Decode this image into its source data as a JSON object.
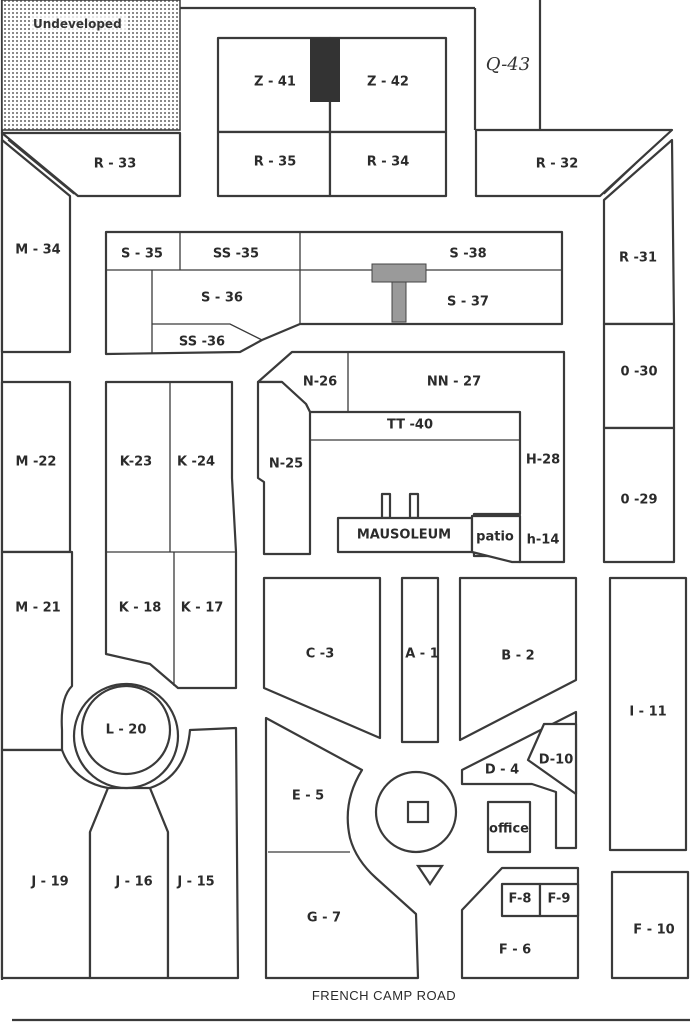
{
  "map": {
    "undeveloped_label": "Undeveloped",
    "handwritten_note": "Q-43",
    "road_label": "FRENCH CAMP ROAD",
    "sections": {
      "z41": "Z - 41",
      "z42": "Z - 42",
      "r35": "R - 35",
      "r34": "R - 34",
      "r33": "R - 33",
      "r32": "R - 32",
      "r31": "R -31",
      "m34": "M - 34",
      "m22": "M -22",
      "m21": "M - 21",
      "s35": "S - 35",
      "ss35": "SS -35",
      "s38": "S -38",
      "s36": "S - 36",
      "s37": "S - 37",
      "ss36": "SS -36",
      "n26": "N-26",
      "nn27": "NN - 27",
      "tt40": "TT -40",
      "n25": "N-25",
      "h28": "H-28",
      "h14": "h-14",
      "mausoleum": "MAUSOLEUM",
      "patio": "patio",
      "o30": "0 -30",
      "o29": "0 -29",
      "k23": "K-23",
      "k24": "K -24",
      "k18": "K - 18",
      "k17": "K - 17",
      "l20": "L - 20",
      "c3": "C -3",
      "a1": "A - 1",
      "b2": "B - 2",
      "d4": "D - 4",
      "d10": "D-10",
      "office": "office",
      "e5": "E - 5",
      "g7": "G - 7",
      "i11": "I - 11",
      "f8": "F-8",
      "f9": "F-9",
      "f6": "F - 6",
      "f10": "F - 10",
      "j19": "J - 19",
      "j16": "J - 16",
      "j15": "J - 15"
    }
  }
}
